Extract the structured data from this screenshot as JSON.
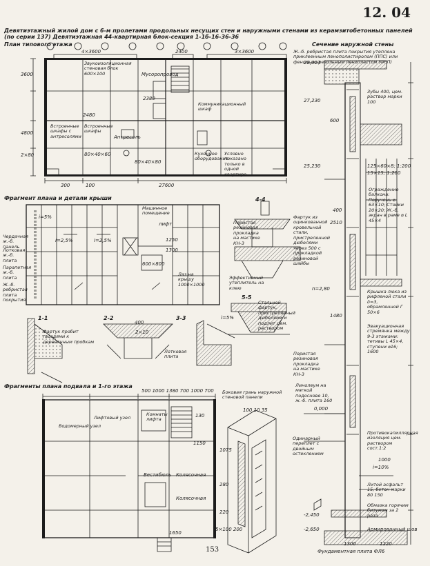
{
  "page": {
    "sheet_number": "12. 04",
    "page_number": "153",
    "title_line1": "Девятиэтажный жилой дом с 6-м пролетами продольных несущих стен и наружными стенами из керамзитобетонных панелей",
    "title_line2": "(по серии 137)   Девятиэтажная 44-квартирная блок-секция 1-1б-16-36-36"
  },
  "sections": {
    "plan_typical": "План типового этажа",
    "wall_section": "Сечение наружной стены",
    "fragment_roof": "Фрагмент плана и детали крыши",
    "fragment_basement": "Фрагменты плана подвала и 1-го этажа",
    "panel_face": "Боковая грань наружной стеновой панели",
    "cut_44": "4-4",
    "cut_55": "5-5",
    "cut_11": "1-1",
    "cut_22": "2-2",
    "cut_33": "3-3",
    "foundation": "Фундаментная плита ФЛ6"
  },
  "plan_labels": {
    "dim_top_1": "4×3600",
    "dim_top_2": "2400",
    "dim_top_3": "3×3600",
    "dim_bottom_1": "300",
    "dim_bottom_2": "100",
    "dim_total": "27600",
    "dim_left_1": "3600",
    "dim_left_2": "4800",
    "dim_left_3": "2×80",
    "vent_block": "Звукоизоляционная стеновая блок 600×100",
    "garbage": "Мусоропровод",
    "builtin_1": "Встроенные шкафы с антресолями",
    "builtin_2": "Встроенные шкафы",
    "antresol": "Антресоль",
    "comm_1": "Коммуникационный шкаф",
    "kitchen": "Кухонное оборудование",
    "conditional": "Условно показано только в одной квартире",
    "d1": "80×40×60",
    "d2": "80×40×80",
    "d3": "2380",
    "d4": "2480"
  },
  "roof_labels": {
    "machine_room": "Машинное помещение",
    "lift": "лифт",
    "attic_panel": "Чердачная ж.-б. панель",
    "tray_slab": "Лотковая ж.-б. плита",
    "parapet": "Парапетная ж.-б. плита",
    "ribbed": "Ж.-б. ребристая плита покрытия",
    "slope1": "i=2,5%",
    "slope2": "i=2,5%",
    "slope3": "i=5%",
    "hatch": "Лаз на крышу 1000×1000",
    "hatch_dim": "600×800",
    "rubber": "Пористая резиновая прокладка на мастике КН-3",
    "insulator": "Эффективный утеплитель на клею",
    "steel": "Стальной фартук, пристрелянный дюбелями и подлит цем. раствором",
    "apron": "Фартук пробит гвоздями к деревянным пробкам",
    "tray": "Лотковая плита",
    "slope4": "i=5%",
    "dim400": "400",
    "dim1250": "1250",
    "dim1300": "1300",
    "dim2x10": "2×10"
  },
  "wall_labels": {
    "roof_note": "Ж.-б. ребристая плита покрытия утеплена приклеенным пенополистиролом (ППС) или фенольно-резольным пенопластом (ФРП)",
    "level1": "28,003",
    "level2": "27,230",
    "level3": "25,230",
    "level4": "0,000",
    "level5": "-2,450",
    "level6": "-2,650",
    "tooth": "Зубы 400, цем. раствор марки 100",
    "joint": "125×60×8; 1:200",
    "joint2": "15×15; 1:200",
    "balcony": "Ограждение балкона: Поручень ⌀ 63×10; Стойки 20×20; Ж.-б. экран в раме ⌀ L 45×4",
    "apron2": "Фартук из оцинкованной кровельной стали, пристреленной дюбелями через 500 с прокладкой резиновой шайбы",
    "n280": "n=2,80",
    "hatch_lid": "Крышка люка из рифленой стали δ=3, обрамленной Г 50×6",
    "evac": "Эвакуационная стремянка между 9-3 этажами: тетивы L 45×4, ступени ⌀16; 1600",
    "rubber2": "Пористая резиновая прокладка на мастике КН-3",
    "linoleum": "Линолеум на мягкой подоснове 10, ж.-б. плита 160",
    "single_bind": "Одинарный переплет с двойным остеклением",
    "waterproof": "Противокапиллярная изоляция цем. раствором сост.1:2",
    "slope5": "i=10%",
    "asphalt": "Литой асфальт 15, бетон марки 80 150",
    "hot_bitumen": "Обмазка горячим битумом за 2 раза",
    "concrete_prep": "Армированный шов",
    "dim600": "600",
    "dim2510": "2510",
    "dim1480": "1480",
    "dim400b": "400",
    "dim1000": "1000",
    "dim1300b": "1300",
    "dim1220": "1220"
  },
  "basement_labels": {
    "dim_top": "500  1000  1380 700 1000 700",
    "water_meter": "Водомерный узел",
    "lift_unit": "Лифтовый узел",
    "vestibule": "Вестибюль",
    "stroller": "Колясочная",
    "stroller2": "Колясочная",
    "room_lift": "Комнаты лифта",
    "dim1650": "1650",
    "dim1150": "1150",
    "dim130": "130",
    "panel_d1": "100 10 35",
    "panel_d2": "5×100 200",
    "panel_d3": "220",
    "panel_d4": "280",
    "panel_d5": "1075"
  },
  "colors": {
    "ink": "#1c1c1c",
    "paper": "#f4f1ea",
    "hatch": "#555555"
  }
}
